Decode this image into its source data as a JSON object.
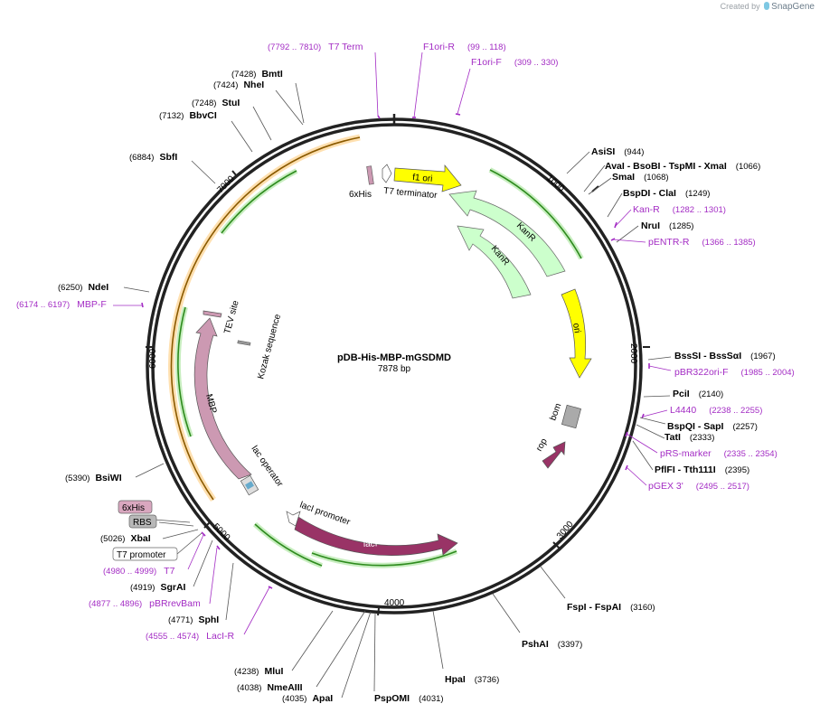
{
  "watermark": {
    "prefix": "Created by",
    "brand": "SnapGene"
  },
  "plasmid": {
    "name": "pDB-His-MBP-mGSDMD",
    "length": "7878 bp"
  },
  "ticks": [
    "1000",
    "2000",
    "3000",
    "4000",
    "5000",
    "6000",
    "7000"
  ],
  "enzymes": [
    {
      "id": "bmti",
      "name": "BmtI",
      "pos": "(7428)"
    },
    {
      "id": "nhei",
      "name": "NheI",
      "pos": "(7424)"
    },
    {
      "id": "stui",
      "name": "StuI",
      "pos": "(7248)"
    },
    {
      "id": "bbvci",
      "name": "BbvCI",
      "pos": "(7132)"
    },
    {
      "id": "sbfi",
      "name": "SbfI",
      "pos": "(6884)"
    },
    {
      "id": "ndei",
      "name": "NdeI",
      "pos": "(6250)"
    },
    {
      "id": "bsiwi",
      "name": "BsiWI",
      "pos": "(5390)"
    },
    {
      "id": "xbai",
      "name": "XbaI",
      "pos": "(5026)"
    },
    {
      "id": "sgrai",
      "name": "SgrAI",
      "pos": "(4919)"
    },
    {
      "id": "sphi",
      "name": "SphI",
      "pos": "(4771)"
    },
    {
      "id": "mlui",
      "name": "MluI",
      "pos": "(4238)"
    },
    {
      "id": "nmeaiii",
      "name": "NmeAIII",
      "pos": "(4038)"
    },
    {
      "id": "apai",
      "name": "ApaI",
      "pos": "(4035)"
    },
    {
      "id": "pspomi",
      "name": "PspOMI",
      "pos": "(4031)"
    },
    {
      "id": "hpai",
      "name": "HpaI",
      "pos": "(3736)"
    },
    {
      "id": "pshai",
      "name": "PshAI",
      "pos": "(3397)"
    },
    {
      "id": "fspi",
      "name": "FspI  - FspAI",
      "pos": "(3160)"
    },
    {
      "id": "tth",
      "name": "PflFI  - Tth111I",
      "pos": "(2395)"
    },
    {
      "id": "tati",
      "name": "TatI",
      "pos": "(2333)"
    },
    {
      "id": "bspqi",
      "name": "BspQI  - SapI",
      "pos": "(2257)"
    },
    {
      "id": "pcii",
      "name": "PciI",
      "pos": "(2140)"
    },
    {
      "id": "bsssi",
      "name": "BssSI  - BssSαI",
      "pos": "(1967)"
    },
    {
      "id": "nrui",
      "name": "NruI",
      "pos": "(1285)"
    },
    {
      "id": "claI",
      "name": "BspDI  - ClaI",
      "pos": "(1249)"
    },
    {
      "id": "smai",
      "name": "SmaI",
      "pos": "(1068)"
    },
    {
      "id": "aval",
      "name": "AvaI  - BsoBI  - TspMI  - XmaI",
      "pos": "(1066)"
    },
    {
      "id": "asisi",
      "name": "AsiSI",
      "pos": "(944)"
    }
  ],
  "primers": [
    {
      "id": "t7term",
      "name": "T7 Term",
      "pos": "(7792 .. 7810)"
    },
    {
      "id": "f1orir",
      "name": "F1ori-R",
      "pos": "(99 .. 118)"
    },
    {
      "id": "f1orif",
      "name": "F1ori-F",
      "pos": "(309 .. 330)"
    },
    {
      "id": "mbpf",
      "name": "MBP-F",
      "pos": "(6174 .. 6197)"
    },
    {
      "id": "t7",
      "name": "T7",
      "pos": "(4980 .. 4999)"
    },
    {
      "id": "pbrrev",
      "name": "pBRrevBam",
      "pos": "(4877 .. 4896)"
    },
    {
      "id": "lacir",
      "name": "LacI-R",
      "pos": "(4555 .. 4574)"
    },
    {
      "id": "kanr",
      "name": "Kan-R",
      "pos": "(1282 .. 1301)"
    },
    {
      "id": "pentr",
      "name": "pENTR-R",
      "pos": "(1366 .. 1385)"
    },
    {
      "id": "pbr322",
      "name": "pBR322ori-F",
      "pos": "(1985 .. 2004)"
    },
    {
      "id": "l4440",
      "name": "L4440",
      "pos": "(2238 .. 2255)"
    },
    {
      "id": "prs",
      "name": "pRS-marker",
      "pos": "(2335 .. 2354)"
    },
    {
      "id": "pgex",
      "name": "pGEX 3'",
      "pos": "(2495 .. 2517)"
    }
  ],
  "boxed_labels": [
    "6xHis",
    "RBS",
    "T7 promoter"
  ],
  "features": {
    "f1ori": "f1 ori",
    "kanr1": "KanR",
    "kanr2": "KanR",
    "ori": "ori",
    "bom": "bom",
    "rop": "rop",
    "laci": "lacI",
    "laci_promoter": "lacI promoter",
    "lac_operator": "lac operator",
    "mbp": "MBP",
    "tev": "TEV site",
    "kozak": "Kozak sequence",
    "his": "6xHis",
    "t7term": "T7 terminator"
  },
  "colors": {
    "backbone": "#222222",
    "f1ori": "#ffff00",
    "kanr": "#ccffcc",
    "ori": "#ffff00",
    "laci": "#993366",
    "mbp": "#cc99b2",
    "orf_green": "#33aa22",
    "orf_orange": "#ff9900",
    "primer": "#a32cc4",
    "bom": "#aaaaaa"
  }
}
